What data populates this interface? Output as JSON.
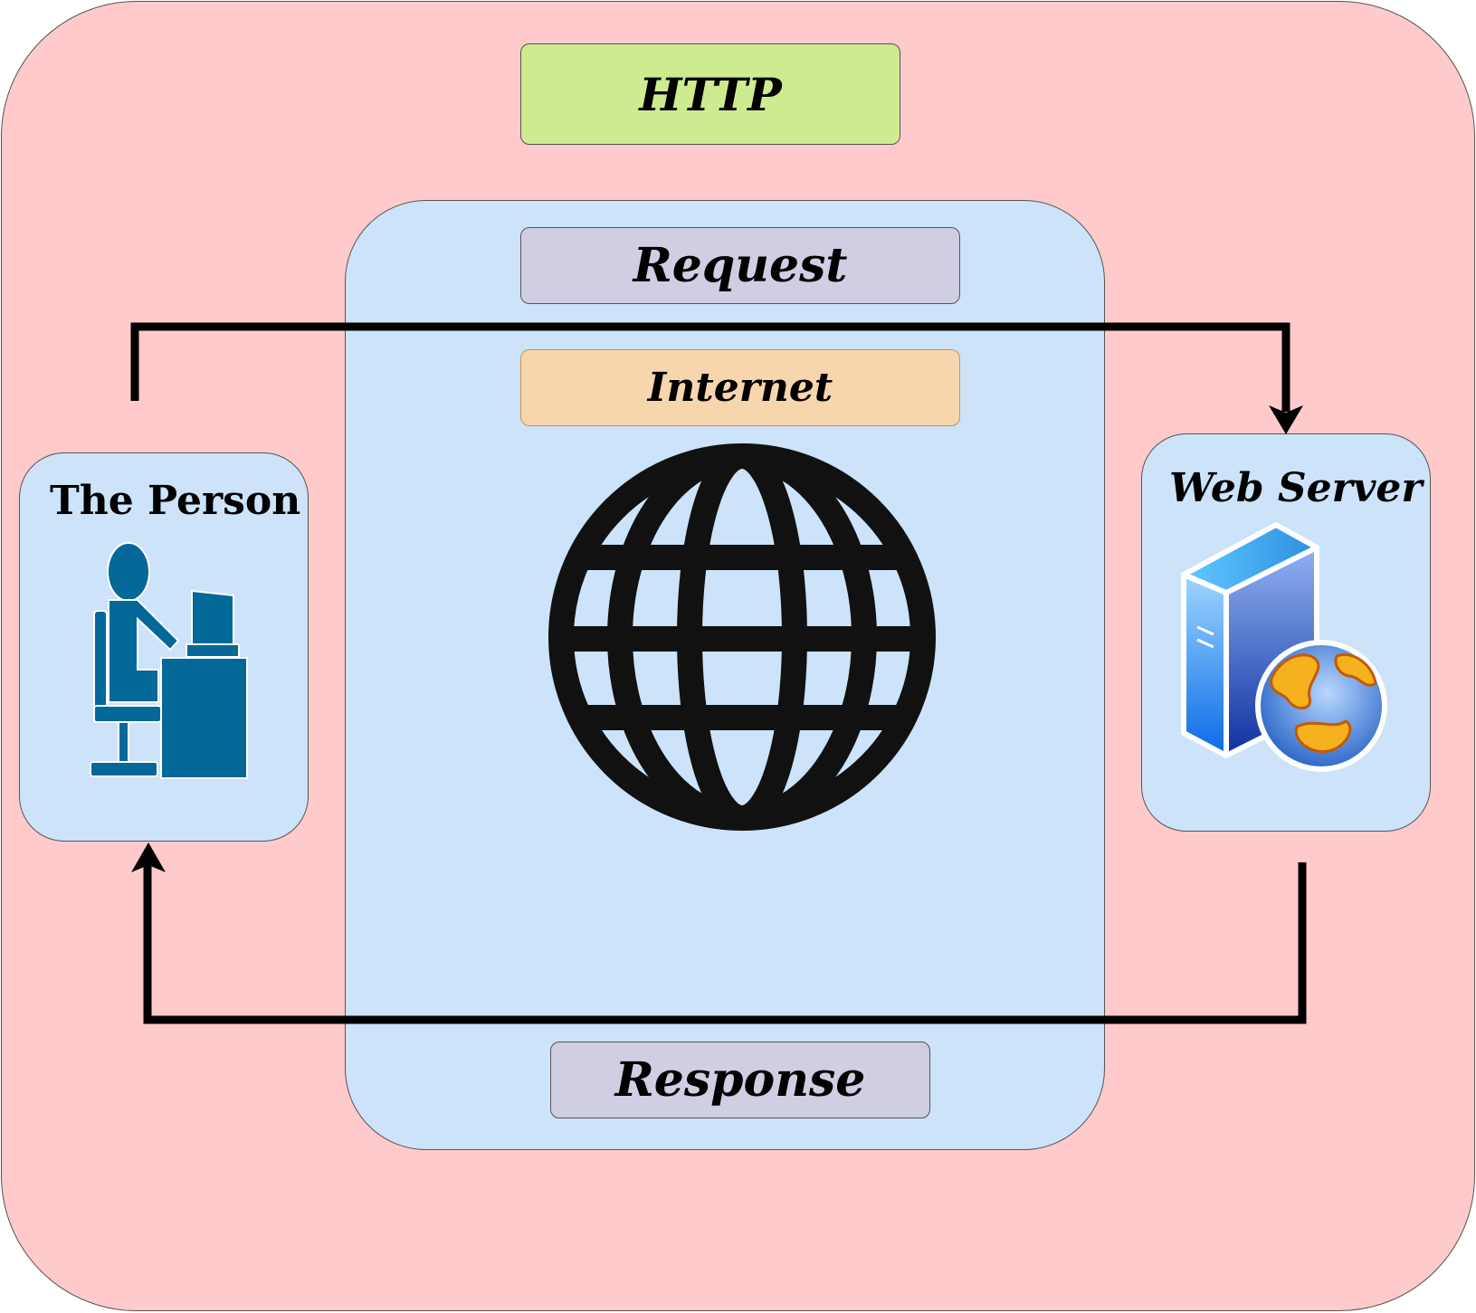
{
  "protocol": {
    "label": "HTTP"
  },
  "internet": {
    "label": "Internet",
    "icon": "globe-icon"
  },
  "flows": {
    "request": {
      "label": "Request"
    },
    "response": {
      "label": "Response"
    }
  },
  "nodes": {
    "person": {
      "label": "The Person",
      "icon": "person-at-computer-icon"
    },
    "server": {
      "label": "Web Server",
      "icon": "web-server-icon"
    }
  },
  "colors": {
    "outer_background": "#fecacb",
    "panel_background": "#cce3fa",
    "http_label_fill": "#cfeb8f",
    "flow_label_fill": "#d0cee3",
    "internet_label_fill": "#f8d6ad",
    "person_icon": "#046899",
    "globe_icon": "#111111",
    "arrow": "#000000"
  }
}
